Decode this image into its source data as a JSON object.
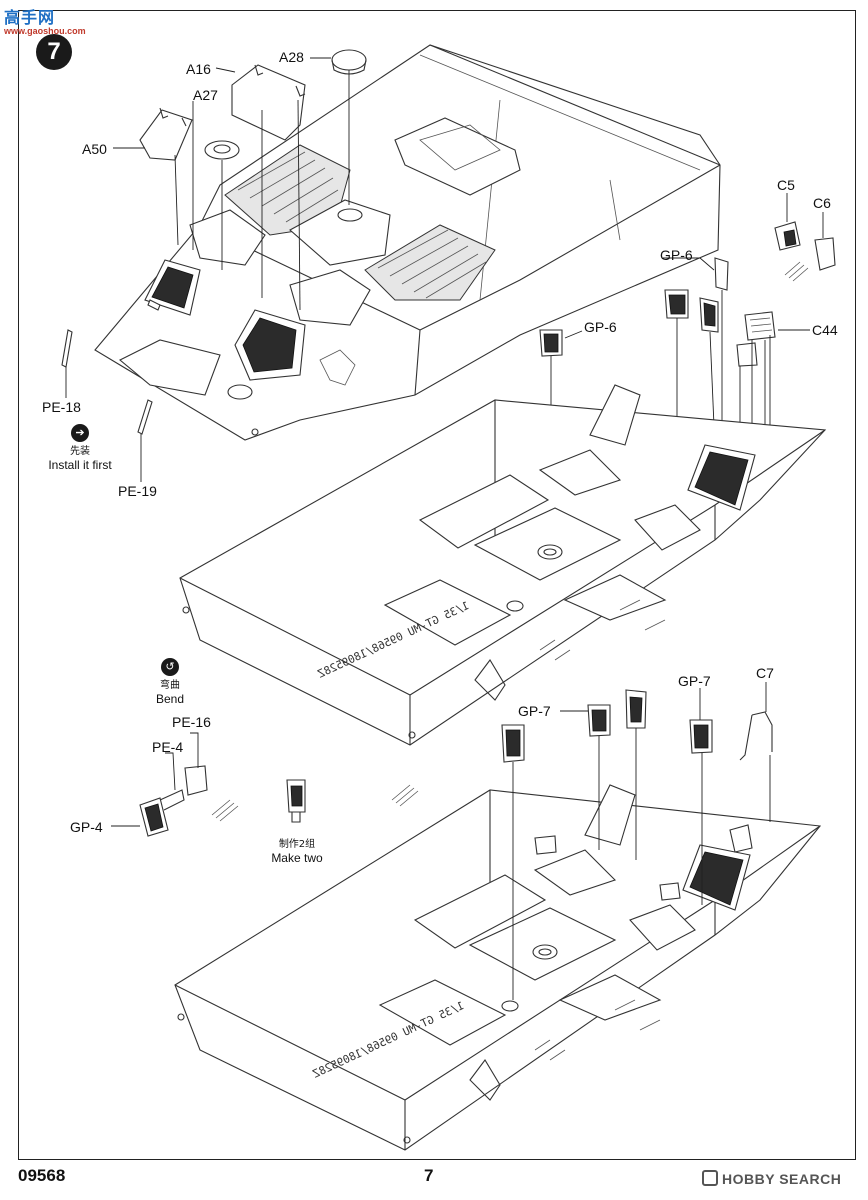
{
  "logo_top": {
    "big": "高手网",
    "small": "www.gaoshou.com"
  },
  "step_number": "7",
  "labels": {
    "a16": "A16",
    "a27": "A27",
    "a28": "A28",
    "a50": "A50",
    "c5": "C5",
    "c6": "C6",
    "c44": "C44",
    "c7": "C7",
    "gp6_top": "GP-6",
    "gp6_mid": "GP-6",
    "gp7_left": "GP-7",
    "gp7_right": "GP-7",
    "gp4": "GP-4",
    "pe4": "PE-4",
    "pe16": "PE-16",
    "pe18": "PE-18",
    "pe19": "PE-19"
  },
  "notes": {
    "install_first_cn": "先装",
    "install_first_en": "Install it first",
    "bend_cn": "弯曲",
    "bend_en": "Bend",
    "make_two_cn": "制作2组",
    "make_two_en": "Make two"
  },
  "hull_marking": "1/35 GT-MU 09568/1809528Z",
  "footer": {
    "kit_code": "09568",
    "page": "7",
    "watermark": "HOBBY SEARCH"
  },
  "colors": {
    "step_badge": "#1a1a1a",
    "logo_blue": "#1e6fc4",
    "logo_red": "#c0392b"
  }
}
